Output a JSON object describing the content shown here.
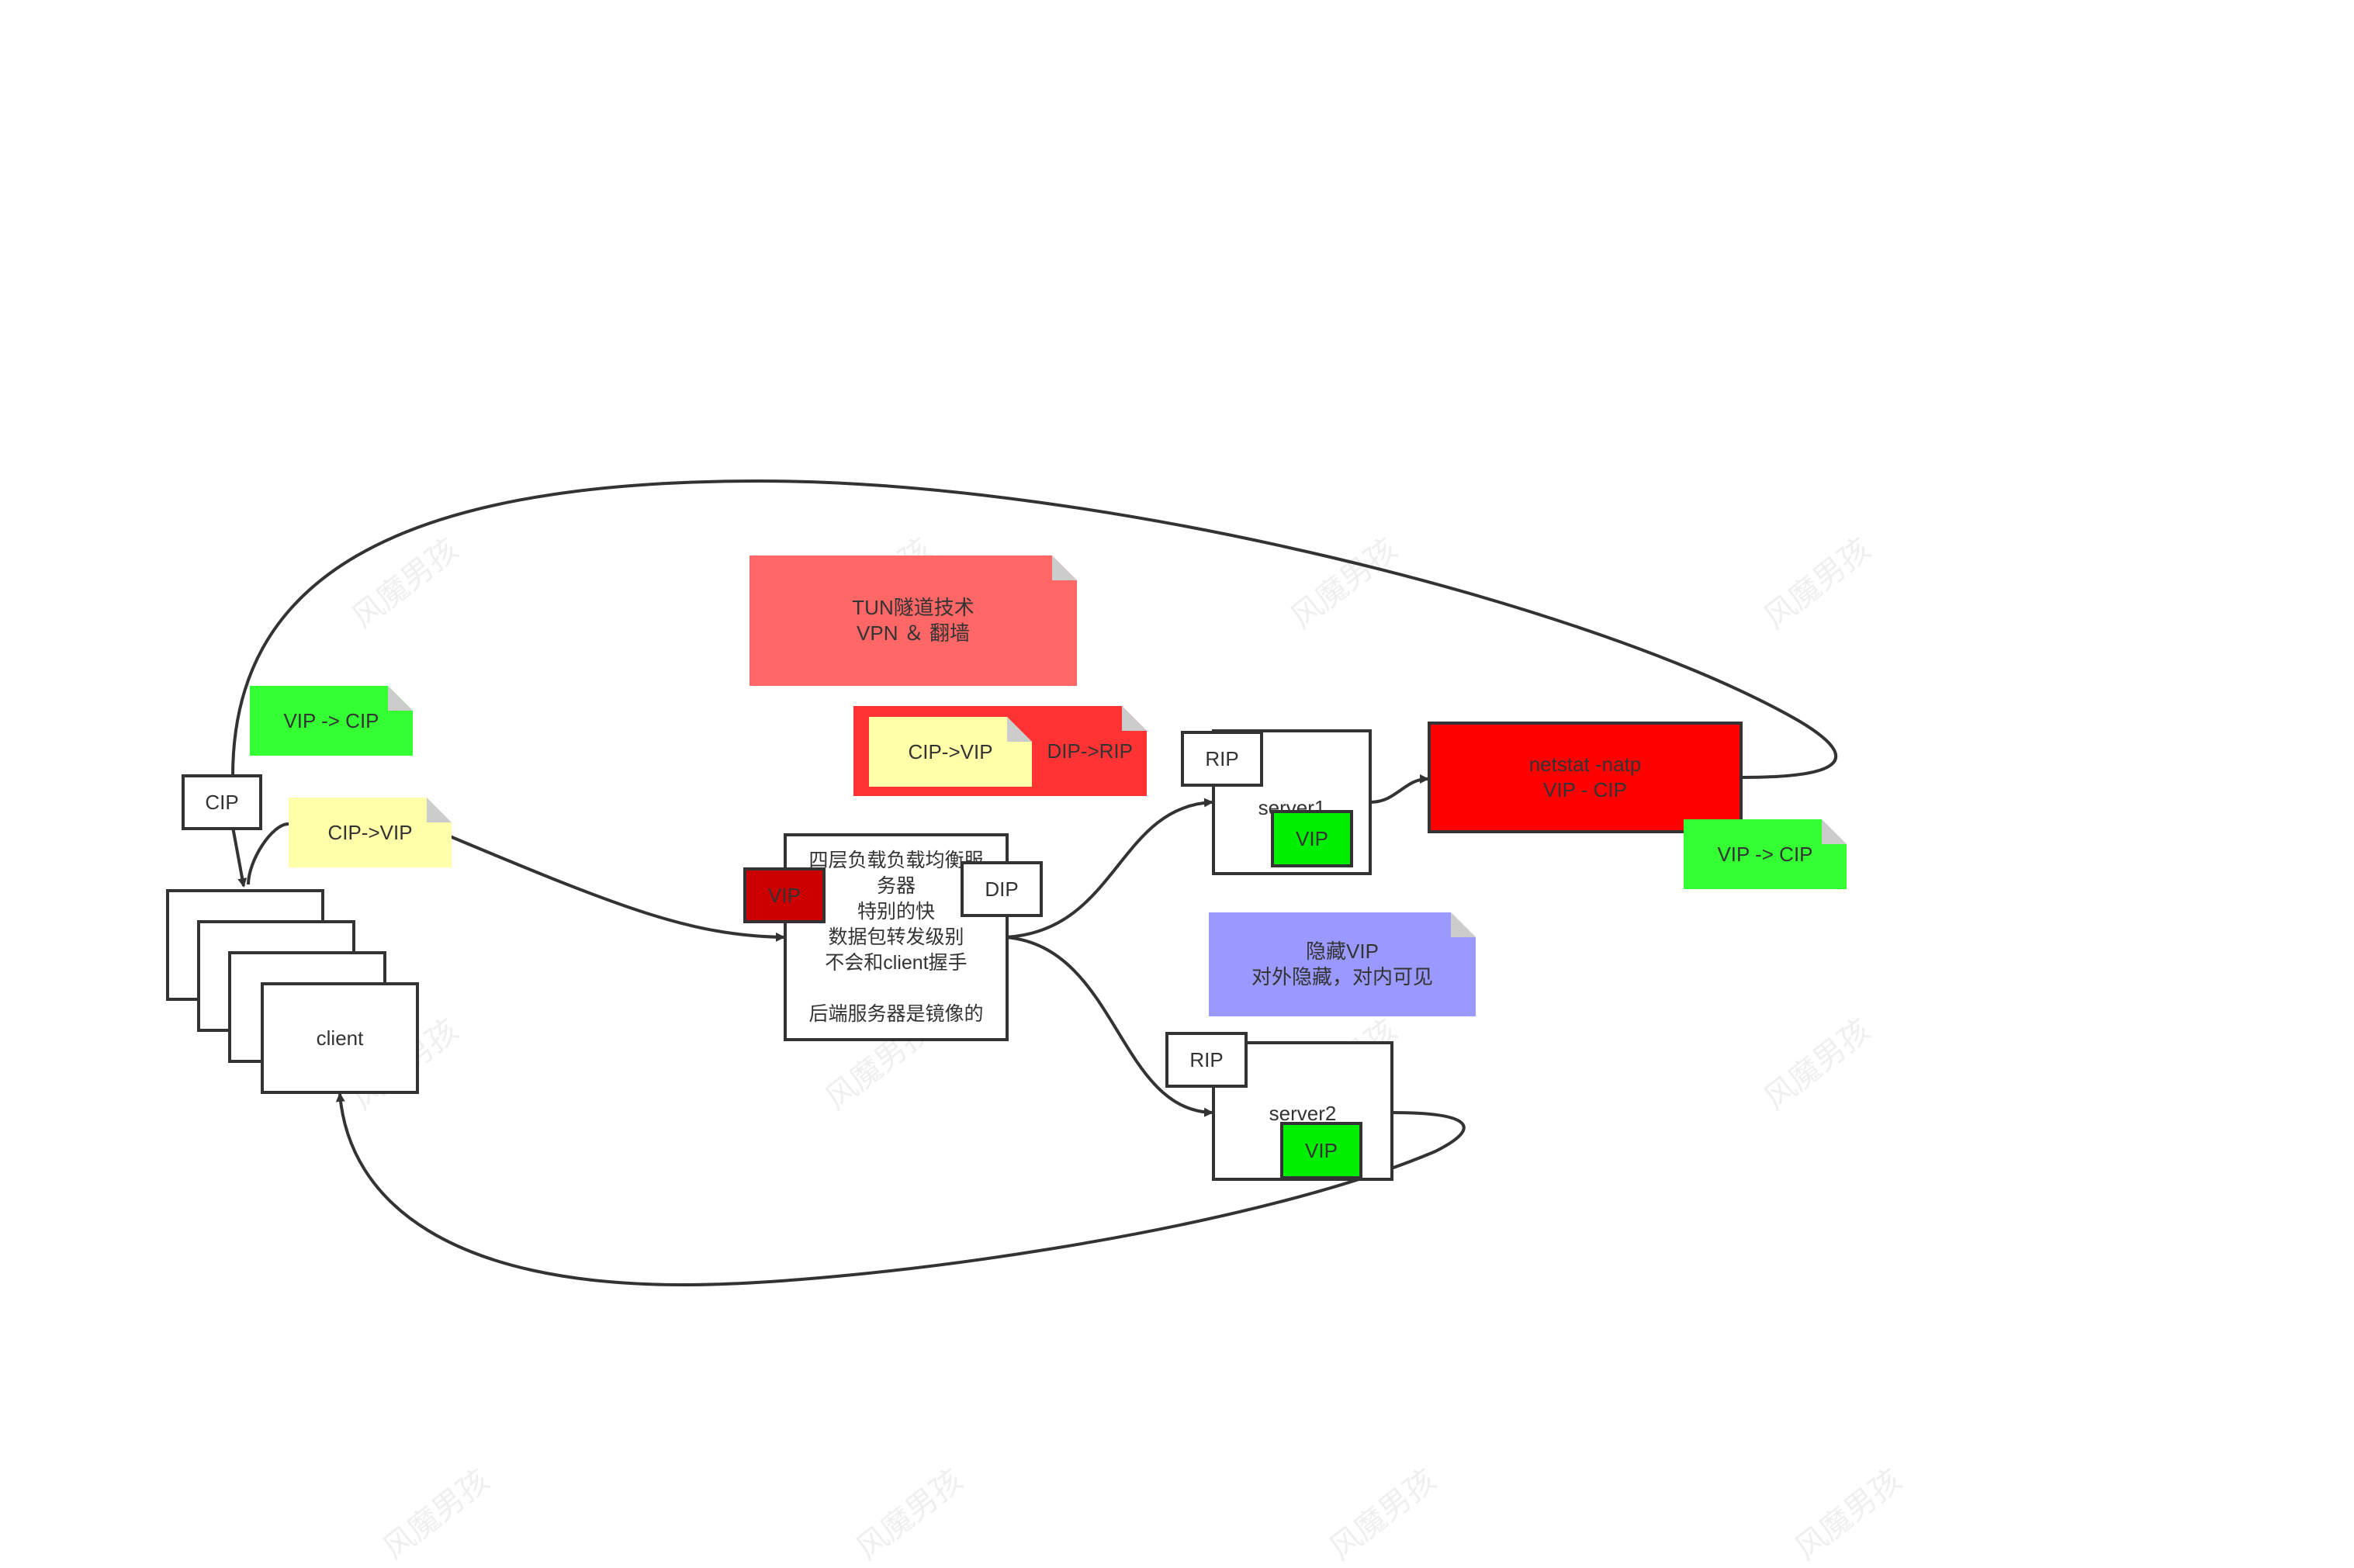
{
  "colors": {
    "line": "#333333",
    "green_note": "#33ff33",
    "yellow_note": "#ffffaa",
    "red_note": "#ff6666",
    "strong_red": "#ff3333",
    "purple_note": "#9999ff",
    "vip_red": "#cc0000",
    "vip_green": "#00ee00",
    "netstat_red": "#ff0000"
  },
  "client": {
    "label": "client",
    "cip_label": "CIP"
  },
  "notes": {
    "vip_to_cip_left": "VIP -> CIP",
    "cip_to_vip_left": "CIP->VIP",
    "tun": "TUN隧道技术\nVPN ＆ 翻墙",
    "tunnel_inner": "CIP->VIP",
    "tunnel_outer": "DIP->RIP",
    "hidden_vip": "隐藏VIP\n对外隐藏，对内可见",
    "vip_to_cip_right": "VIP -> CIP"
  },
  "load_balancer": {
    "text": "四层负载负载均衡服\n务器\n特别的快\n数据包转发级别\n不会和client握手\n\n后端服务器是镜像的",
    "vip_label": "VIP",
    "dip_label": "DIP"
  },
  "server1": {
    "label": "server1",
    "rip_label": "RIP",
    "vip_label": "VIP"
  },
  "server2": {
    "label": "server2",
    "rip_label": "RIP",
    "vip_label": "VIP"
  },
  "netstat": {
    "text": "netstat -natp\nVIP - CIP"
  },
  "watermark": "风魔男孩"
}
